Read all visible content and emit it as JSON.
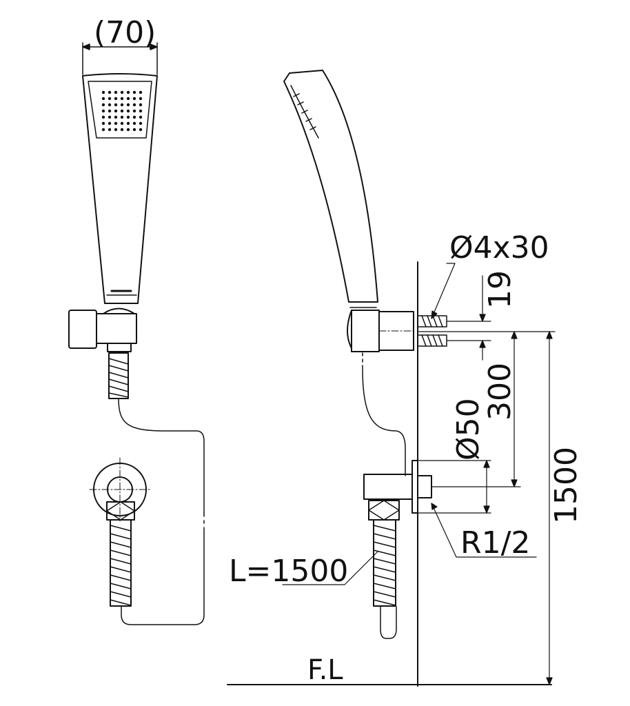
{
  "labels": {
    "head_width": "(70)",
    "screw": "Ø4x30",
    "screw_spacing": "19",
    "bracket_to_outlet": "300",
    "flange_diameter": "Ø50",
    "mount_height": "1500",
    "thread": "R1/2",
    "hose_length": "L=1500",
    "floor_level": "F.L"
  },
  "colors": {
    "line": "#111111",
    "background": "#ffffff"
  }
}
